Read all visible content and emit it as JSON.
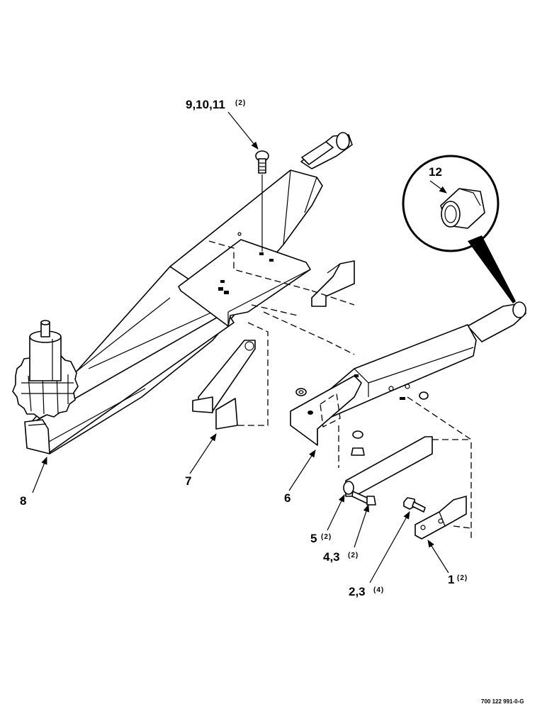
{
  "callouts": [
    {
      "id": "c1",
      "label": "1",
      "qty": "(2)"
    },
    {
      "id": "c2",
      "label": "2,3",
      "qty": "(4)"
    },
    {
      "id": "c4",
      "label": "4,3",
      "qty": "(2)"
    },
    {
      "id": "c5",
      "label": "5",
      "qty": "(2)"
    },
    {
      "id": "c6",
      "label": "6",
      "qty": ""
    },
    {
      "id": "c7",
      "label": "7",
      "qty": ""
    },
    {
      "id": "c8",
      "label": "8",
      "qty": ""
    },
    {
      "id": "c9",
      "label": "9,10,11",
      "qty": "(2)"
    },
    {
      "id": "c12",
      "label": "12",
      "qty": ""
    }
  ],
  "drawing_number": "700 122 991-0-G"
}
